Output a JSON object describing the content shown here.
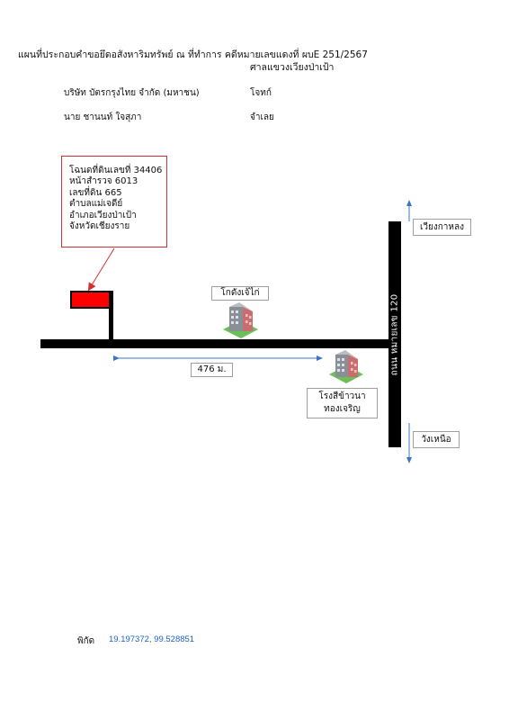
{
  "header": {
    "title": "แผนที่ประกอบคำขอยึดอสังหาริมทรัพย์ ณ ที่ทำการ คดีหมายเลขแดงที่ ผบE 251/2567",
    "court": "ศาลแขวงเวียงป่าเป้า"
  },
  "parties": [
    {
      "name": "บริษัท บัตรกรุงไทย จำกัด (มหาชน)",
      "role": "โจทก์"
    },
    {
      "name": "นาย ชานนท์ ใจสุภา",
      "role": "จำเลย"
    }
  ],
  "land_info": [
    "โฉนดที่ดินเลขที่ 34406",
    "หน้าสำรวจ 6013",
    "เลขที่ดิน 665",
    "ตำบลแม่เจดีย์",
    "อำเภอเวียงป่าเป้า",
    "จังหวัดเชียงราย"
  ],
  "map": {
    "distance_label": "476 ม.",
    "road_name": "ถนน หมายเลข 120",
    "landmarks": {
      "warehouse": "โกดังเจ้ไก่",
      "rice_mill_line1": "โรงสีข้าวนา",
      "rice_mill_line2": "ทองเจริญ"
    },
    "directions": {
      "north": "เวียงกาหลง",
      "south": "วังเหนือ"
    }
  },
  "coordinates": {
    "label": "พิกัด",
    "value": "19.197372, 99.528851"
  },
  "colors": {
    "flag": "#ff0000",
    "arrow": "#3b76c2",
    "pointer": "#d32f2f",
    "coordinate_text": "#1e63c4"
  }
}
